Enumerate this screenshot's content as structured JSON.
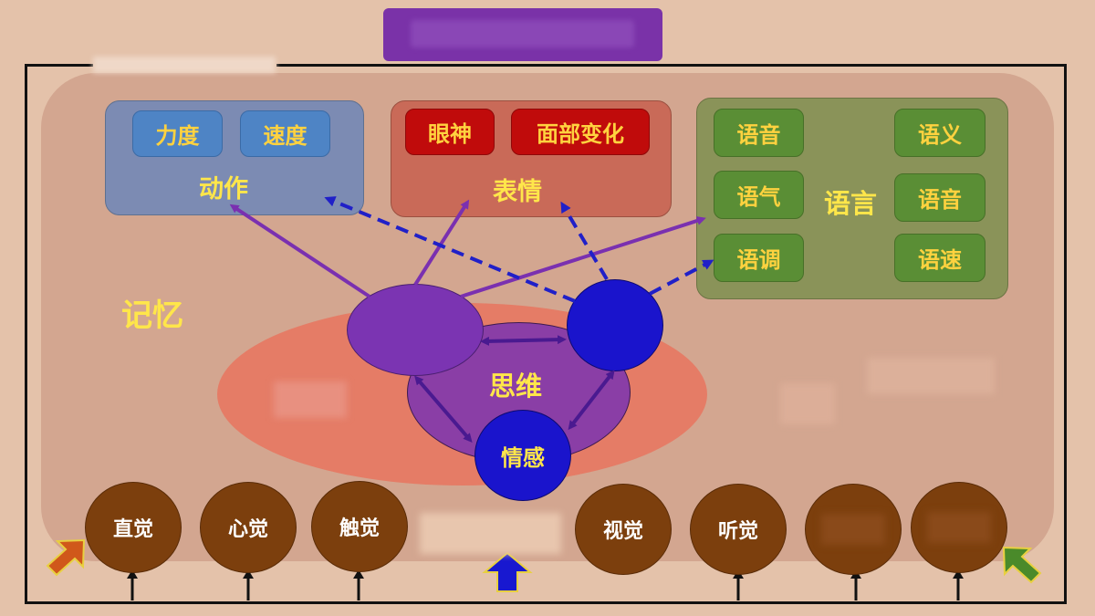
{
  "memory_label": "记忆",
  "thinking_label": "思维",
  "emotion_label": "情感",
  "action_group": {
    "label": "动作",
    "items": [
      "力度",
      "速度"
    ]
  },
  "expression_group": {
    "label": "表情",
    "items": [
      "眼神",
      "面部变化"
    ]
  },
  "language_group": {
    "label": "语言",
    "left_items": [
      "语音",
      "语气",
      "语调"
    ],
    "right_items": [
      "语义",
      "语音",
      "语速"
    ]
  },
  "senses": [
    "直觉",
    "心觉",
    "触觉",
    "视觉",
    "听觉"
  ],
  "colors": {
    "background": "#e4c2aa",
    "board": "#d3a690",
    "title_bar": "#7a32a8",
    "action": "#7c8bb3",
    "expression": "#c96a58",
    "language": "#8a9359",
    "arrow_purple": "#7a30b0",
    "arrow_blue": "#2020c8",
    "label_yellow": "#ffe64a",
    "sense_circle": "#7c3f0d"
  }
}
